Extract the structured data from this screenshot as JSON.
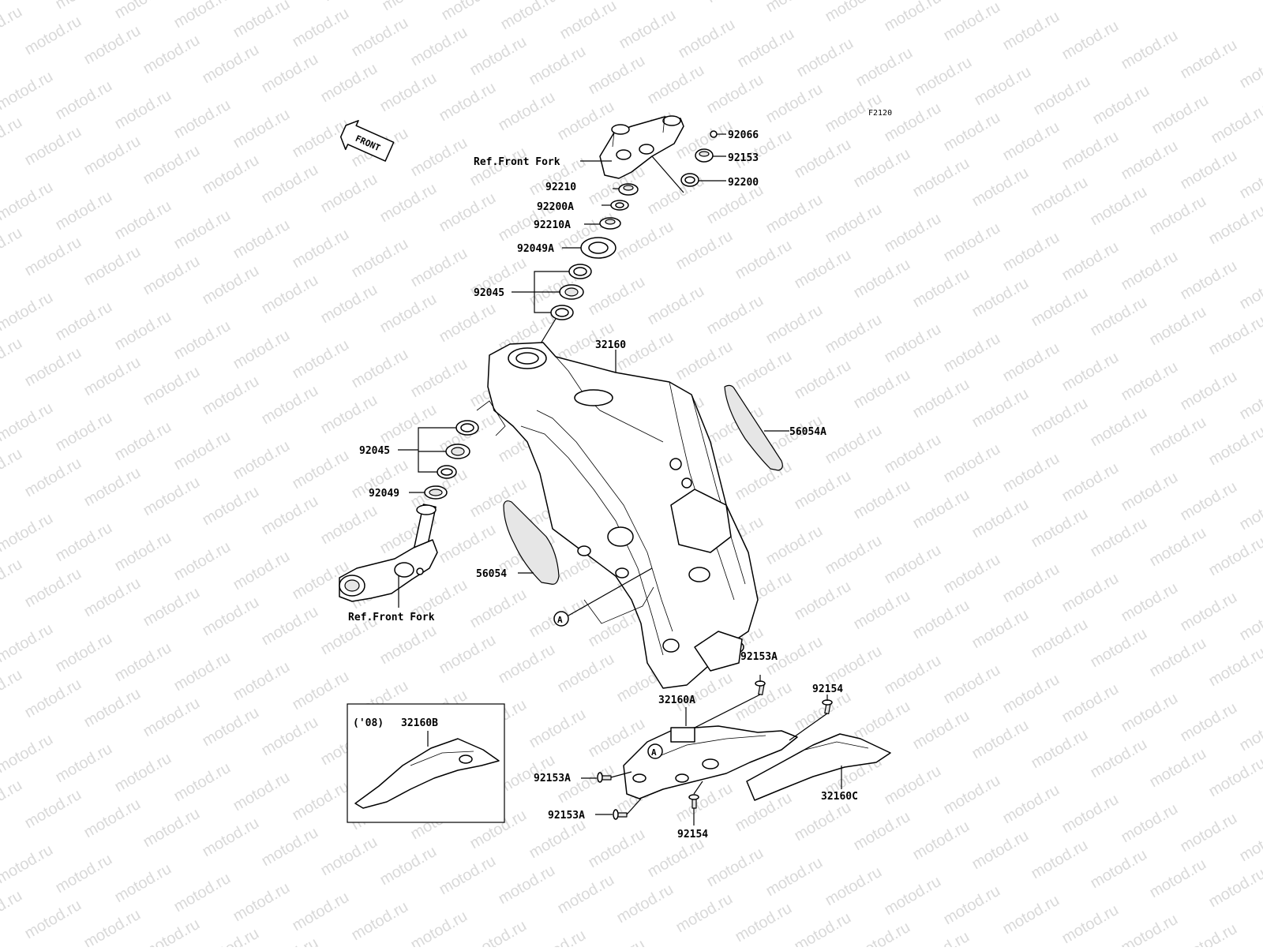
{
  "figure_code": "F2120",
  "watermark": "motod.ru",
  "direction_label": "FRONT",
  "ref_labels": {
    "top": "Ref.Front Fork",
    "bottom": "Ref.Front Fork"
  },
  "callout_marker": "A",
  "inset": {
    "year": "('08)",
    "part": "32160B"
  },
  "parts": {
    "p92066": "92066",
    "p92153": "92153",
    "p92200": "92200",
    "p92210": "92210",
    "p92200A": "92200A",
    "p92210A": "92210A",
    "p92049A": "92049A",
    "p92045_top": "92045",
    "p32160": "32160",
    "p56054A": "56054A",
    "p92045_low": "92045",
    "p92049": "92049",
    "p56054": "56054",
    "p92153A_top": "92153A",
    "p92154_top": "92154",
    "p32160A": "32160A",
    "p92153A_left": "92153A",
    "p92153A_bottom": "92153A",
    "p92154_bottom": "92154",
    "p32160C": "32160C"
  }
}
